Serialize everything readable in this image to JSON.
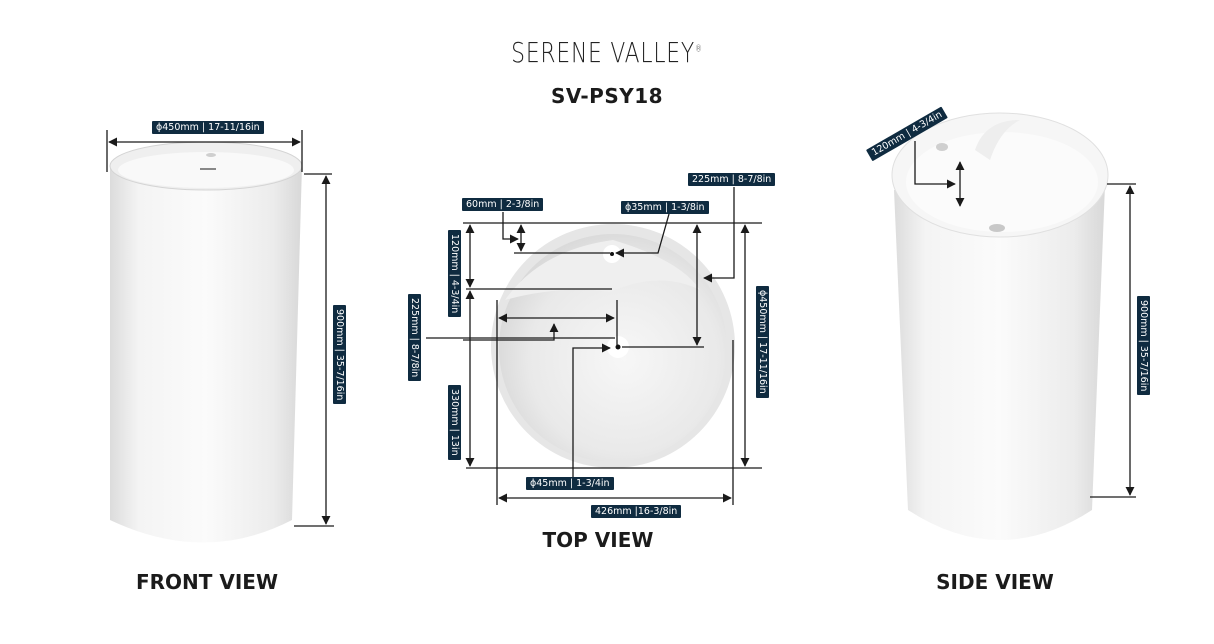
{
  "header": {
    "brand": "SERENE VALLEY",
    "brand_mark": "®",
    "model": "SV-PSY18"
  },
  "views": {
    "front": {
      "title": "FRONT VIEW",
      "dimensions": {
        "diameter": "ϕ450mm | 17-11/16in",
        "height": "900mm | 35-7/16in"
      }
    },
    "top": {
      "title": "TOP VIEW",
      "dimensions": {
        "rim_to_tap_hole": "60mm | 2-3/8in",
        "tap_hole_diameter": "ϕ35mm | 1-3/8in",
        "edge_to_drain": "225mm | 8-7/8in",
        "top_to_ledge": "120mm | 4-3/4in",
        "side_to_drain": "225mm | 8-7/8in",
        "ledge_to_bottom": "330mm | 13in",
        "diameter": "ϕ450mm | 17-11/16in",
        "drain_diameter": "ϕ45mm | 1-3/4in",
        "inner_width": "426mm |16-3/8in"
      }
    },
    "side": {
      "title": "SIDE VIEW",
      "dimensions": {
        "ledge_depth": "120mm | 4-3/4in",
        "height": "900mm | 35-7/16in"
      }
    }
  },
  "colors": {
    "badge_bg": "#0f2b40",
    "badge_text": "#ffffff",
    "line": "#1a1a1a",
    "product": "#f2f2f2"
  }
}
